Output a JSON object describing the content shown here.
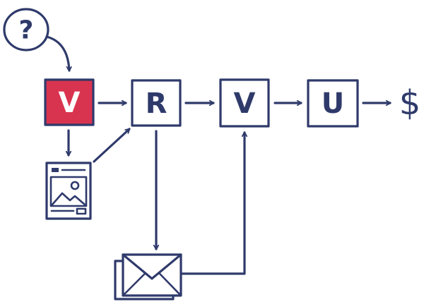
{
  "colors": {
    "ink": "#2f3a6b",
    "highlight": "#d9344f",
    "highlight_text": "#ffffff",
    "background": "#ffffff"
  },
  "nodes": {
    "question": {
      "label": "?",
      "icon": "question-mark-icon"
    },
    "visit": {
      "label": "V",
      "highlighted": true
    },
    "register": {
      "label": "R"
    },
    "verify": {
      "label": "V"
    },
    "use": {
      "label": "U"
    },
    "revenue": {
      "label": "$",
      "icon": "dollar-icon"
    }
  },
  "icons": {
    "landing_page": "landing-page-icon",
    "email": "envelope-icon"
  }
}
